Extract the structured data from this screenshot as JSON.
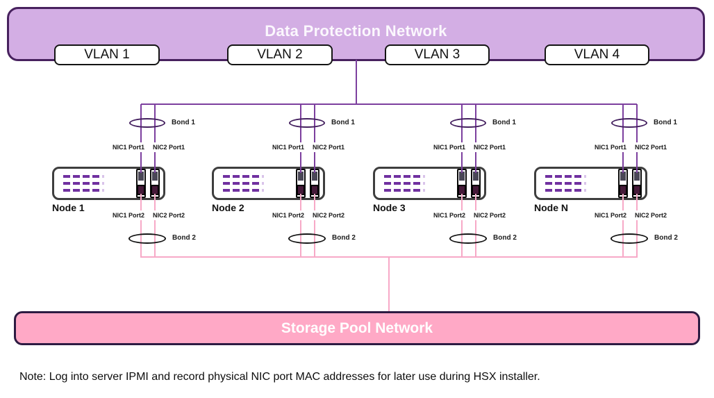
{
  "diagram": {
    "top_banner": {
      "title": "Data Protection Network",
      "vlans": [
        "VLAN 1",
        "VLAN 2",
        "VLAN 3",
        "VLAN 4"
      ]
    },
    "nodes": [
      {
        "name": "Node 1",
        "bond_top": "Bond 1",
        "bond_bottom": "Bond 2",
        "nic_top": [
          "NIC1 Port1",
          "NIC2 Port1"
        ],
        "nic_bottom": [
          "NIC1 Port2",
          "NIC2 Port2"
        ]
      },
      {
        "name": "Node 2",
        "bond_top": "Bond 1",
        "bond_bottom": "Bond 2",
        "nic_top": [
          "NIC1 Port1",
          "NIC2 Port1"
        ],
        "nic_bottom": [
          "NIC1 Port2",
          "NIC2 Port2"
        ]
      },
      {
        "name": "Node 3",
        "bond_top": "Bond 1",
        "bond_bottom": "Bond 2",
        "nic_top": [
          "NIC1 Port1",
          "NIC2 Port1"
        ],
        "nic_bottom": [
          "NIC1 Port2",
          "NIC2 Port2"
        ]
      },
      {
        "name": "Node N",
        "bond_top": "Bond 1",
        "bond_bottom": "Bond 2",
        "nic_top": [
          "NIC1 Port1",
          "NIC2 Port1"
        ],
        "nic_bottom": [
          "NIC1 Port2",
          "NIC2 Port2"
        ]
      }
    ],
    "bottom_banner": {
      "title": "Storage Pool Network"
    },
    "note": "Note: Log into server IPMI and record physical NIC port MAC addresses for later use during HSX installer.",
    "colors": {
      "banner_purple_fill": "#D3AEE4",
      "banner_purple_border": "#47215E",
      "line_purple": "#7C3F9E",
      "banner_pink_fill": "#FFA9C6",
      "banner_pink_border": "#2D1B42",
      "line_pink": "#F7A9C7",
      "dash_purple": "#7030A0",
      "node_border": "#3E3E3E"
    }
  }
}
